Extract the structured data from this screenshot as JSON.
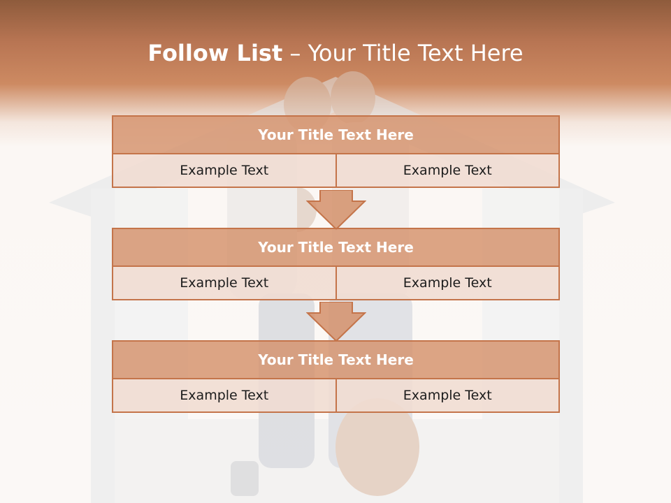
{
  "title": {
    "bold": "Follow List",
    "rest": "– Your Title Text Here"
  },
  "steps": [
    {
      "title": "Your Title Text Here",
      "left": "Example Text",
      "right": "Example Text"
    },
    {
      "title": "Your Title Text Here",
      "left": "Example Text",
      "right": "Example Text"
    },
    {
      "title": "Your Title Text Here",
      "left": "Example Text",
      "right": "Example Text"
    }
  ],
  "colors": {
    "accent": "#d4916b",
    "border": "#c4744a",
    "cell": "#f0dcd2",
    "header_top": "#8e5b3c"
  }
}
